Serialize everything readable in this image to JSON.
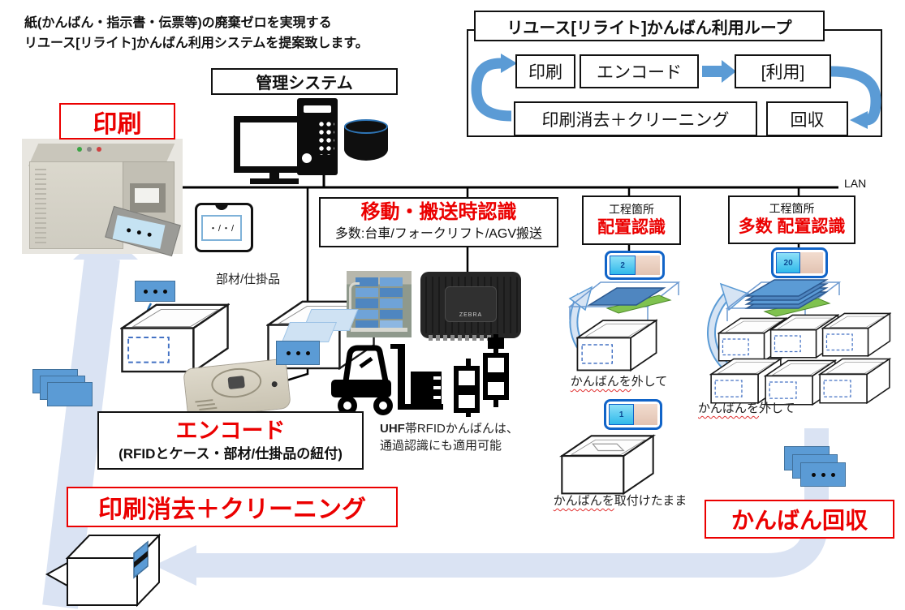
{
  "intro": {
    "line1": "紙(かんばん・指示書・伝票等)の廃棄ゼロを実現する",
    "line2": "リユース[リライト]かんばん利用システムを提案致します。"
  },
  "loop_panel": {
    "title": "リユース[リライト]かんばん利用ループ",
    "print": "印刷",
    "encode": "エンコード",
    "use": "[利用]",
    "erase": "印刷消去＋クリーニング",
    "collect": "回収"
  },
  "management": {
    "title": "管理システム"
  },
  "network": {
    "lan": "LAN"
  },
  "stations": {
    "print": {
      "label": "印刷",
      "card_marks": "・/・/"
    },
    "encode": {
      "label": "エンコード",
      "sub": "(RFIDとケース・部材/仕掛品の紐付)",
      "parts": "部材/仕掛品"
    },
    "transport": {
      "title": "移動・搬送時認識",
      "sub": "多数:台車/フォークリフト/AGV搬送",
      "uhf_bold": "UHF",
      "uhf_line1": "帯RFIDかんばんは、",
      "uhf_line2": "通過認識にも適用可能",
      "reader_brand": "ZEBRA"
    },
    "place_single": {
      "header": "工程箇所",
      "title": "配置認識",
      "counter_top": "2",
      "counter_bottom": "1",
      "note_remove_head": "かんばんを",
      "note_remove_tail": "外して",
      "note_keep_head": "かんばんを",
      "note_keep_tail": "取付けたまま"
    },
    "place_multi": {
      "header": "工程箇所",
      "title": "多数 配置認識",
      "counter": "20",
      "note_remove_head": "かんばんを",
      "note_remove_tail": "外して"
    },
    "erase": {
      "label": "印刷消去＋クリーニング"
    },
    "collect": {
      "label": "かんばん回収"
    }
  },
  "colors": {
    "accent_red": "#eb0000",
    "card_blue": "#5b9bd5",
    "flow_blue_light": "#dae3f3",
    "loop_arrow_blue": "#5b9bd5",
    "screen_cyan": "#40c8f0",
    "green_card": "#70ad47"
  }
}
